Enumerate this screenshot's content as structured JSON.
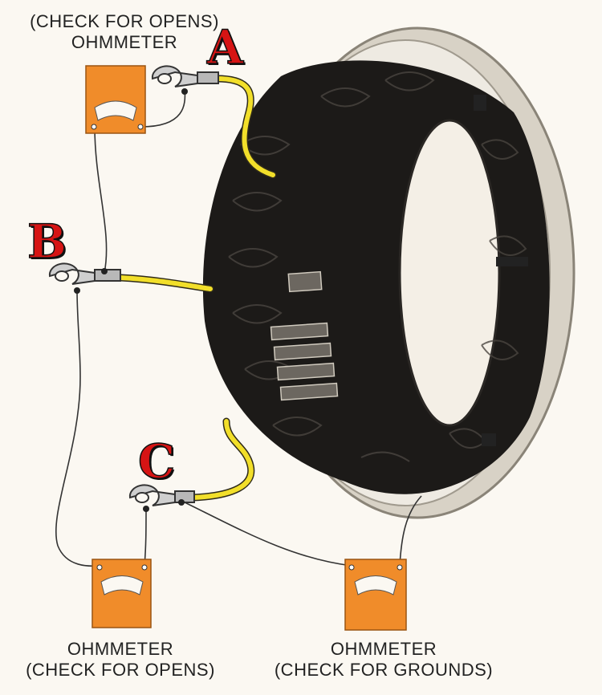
{
  "labels": {
    "a": "A",
    "b": "B",
    "c": "C"
  },
  "captions": {
    "top_left": {
      "line1": "(CHECK FOR OPENS)",
      "line2": "OHMMETER"
    },
    "bottom_left": {
      "line1": "OHMMETER",
      "line2": "(CHECK FOR OPENS)"
    },
    "bottom_right": {
      "line1": "OHMMETER",
      "line2": "(CHECK FOR GROUNDS)"
    }
  },
  "colors": {
    "meter": "#f08c2a",
    "lead_wire": "#f2df2a",
    "winding": "#1c1a18",
    "frame": "#dcd6cb",
    "letter": "#d61414"
  }
}
